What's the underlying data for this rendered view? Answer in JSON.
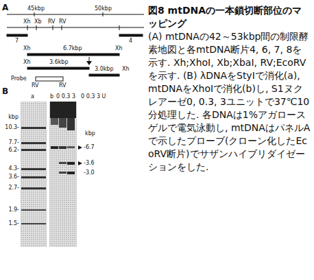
{
  "diagram": {
    "title": "図8 mtDNAの一本鎖切断部位のマッピング",
    "caption": "(A) mtDNAの42～53kbp間の制限酵素地図と各mtDNA断片4, 6, 7, 8を示す. Xh;XhoI, Xb;XbaI, RV;EcoRVを示す. (B) λDNAをStyIで消化(a), mtDNAをXhoIで消化(b)し, S1ヌクレアーゼ0, 0.3, 3ユニットで37℃10分処理した. 各DNAは1%アガロースゲルで電気泳動し, mtDNAはパネルAで示したプローブ(クローン化したEcoRV断片)でサザンハイブリダイゼーションをした.",
    "labels": [
      "A",
      "45kbp",
      "50kbp",
      "Xh",
      "Xb",
      "RV",
      "RV",
      "7",
      "4",
      "Xh",
      "6.7kbp",
      "Xh",
      "Xh",
      "3.6kbp",
      "Xh",
      "3.0kbp",
      "Probe",
      "RV",
      "RV",
      "B",
      "a",
      "b",
      "0 0.3 3",
      "0 0.3 3 U",
      "kbp",
      "10.3-",
      "7.7-",
      "6.2-",
      "4.3-",
      "3.6-",
      "2.7-",
      "1.9-",
      "1.5-",
      "kbp",
      "-6.7",
      "-3.6",
      "-3.0"
    ]
  }
}
